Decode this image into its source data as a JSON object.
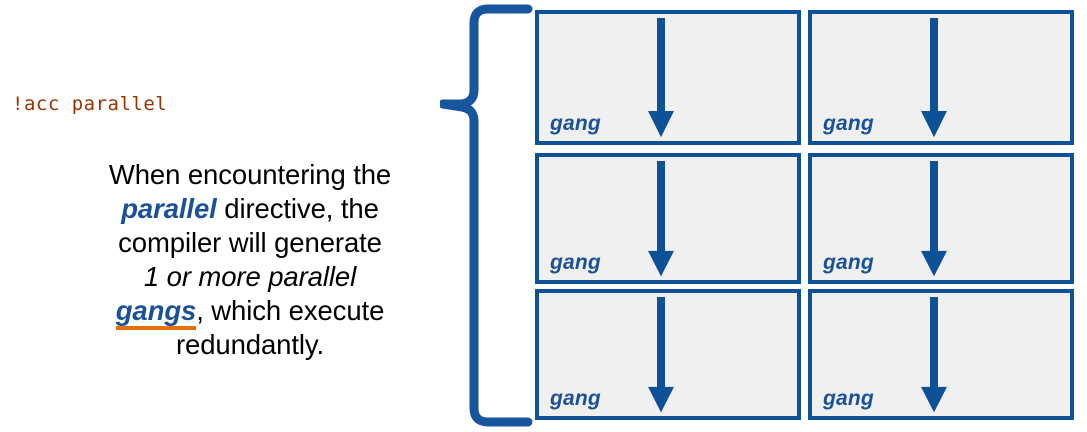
{
  "colors": {
    "brace": "#17569e",
    "box_border": "#0d5196",
    "box_fill": "#f0f0f0",
    "gang_text": "#1a5199",
    "code_text": "#993300",
    "keyword_blue": "#1a5199",
    "underline_orange": "#e8700a",
    "body_text": "#000000",
    "background": "#ffffff"
  },
  "slide": {
    "code_directive": "!acc parallel",
    "caption": {
      "line1_pre": "When encountering the",
      "keyword1": "parallel",
      "line2_post": " directive, the",
      "line3": "compiler will generate",
      "emphasis": "1 or more parallel",
      "keyword2": "gangs",
      "line5_post": ", which execute",
      "line6": "redundantly."
    }
  },
  "grid": {
    "rows": 3,
    "cols": 2,
    "cells": [
      {
        "label": "gang",
        "arrow": "down-arrow-icon"
      },
      {
        "label": "gang",
        "arrow": "down-arrow-icon"
      },
      {
        "label": "gang",
        "arrow": "down-arrow-icon"
      },
      {
        "label": "gang",
        "arrow": "down-arrow-icon"
      },
      {
        "label": "gang",
        "arrow": "down-arrow-icon"
      },
      {
        "label": "gang",
        "arrow": "down-arrow-icon"
      }
    ]
  },
  "brace": {
    "icon": "left-curly-brace-icon"
  }
}
